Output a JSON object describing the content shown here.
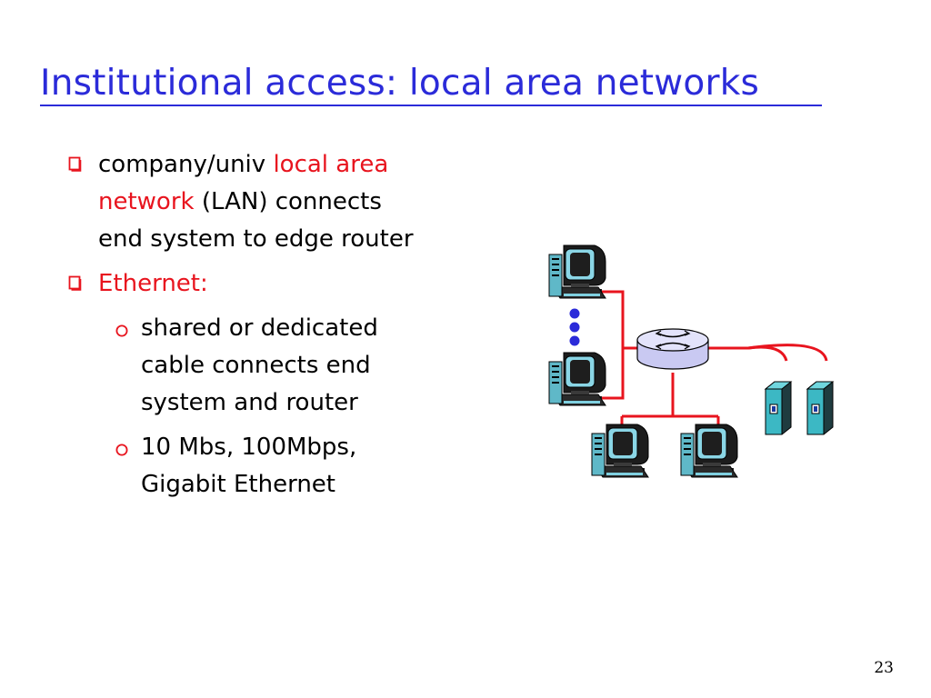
{
  "slide": {
    "title": "Institutional access: local area networks",
    "number": "23",
    "colors": {
      "title": "#2b2bd9",
      "highlight": "#e8141e",
      "cable": "#e8141e",
      "text": "#000000"
    }
  },
  "bullets": [
    {
      "level": 1,
      "marker": "hollow-square-bullet",
      "line1_pre": "company/univ ",
      "line1_hl": "local area",
      "line2_hl": "network",
      "line2_post": " (LAN) connects",
      "line3": "end system to edge router"
    },
    {
      "level": 1,
      "marker": "hollow-square-bullet",
      "text": "Ethernet:"
    },
    {
      "level": 2,
      "marker": "hollow-circle-bullet",
      "lines": [
        "shared or dedicated",
        "cable connects end",
        "system and router"
      ]
    },
    {
      "level": 2,
      "marker": "hollow-circle-bullet",
      "lines": [
        "10 Mbs, 100Mbps,",
        "Gigabit Ethernet"
      ]
    }
  ],
  "diagram": {
    "hub": {
      "icon": "router-icon"
    },
    "devices": [
      {
        "icon": "desktop-computer-icon"
      },
      {
        "icon": "desktop-computer-icon"
      },
      {
        "icon": "desktop-computer-icon"
      },
      {
        "icon": "desktop-computer-icon"
      },
      {
        "icon": "server-icon"
      },
      {
        "icon": "server-icon"
      }
    ],
    "ellipsis": {
      "icon": "vertical-ellipsis-icon"
    }
  }
}
